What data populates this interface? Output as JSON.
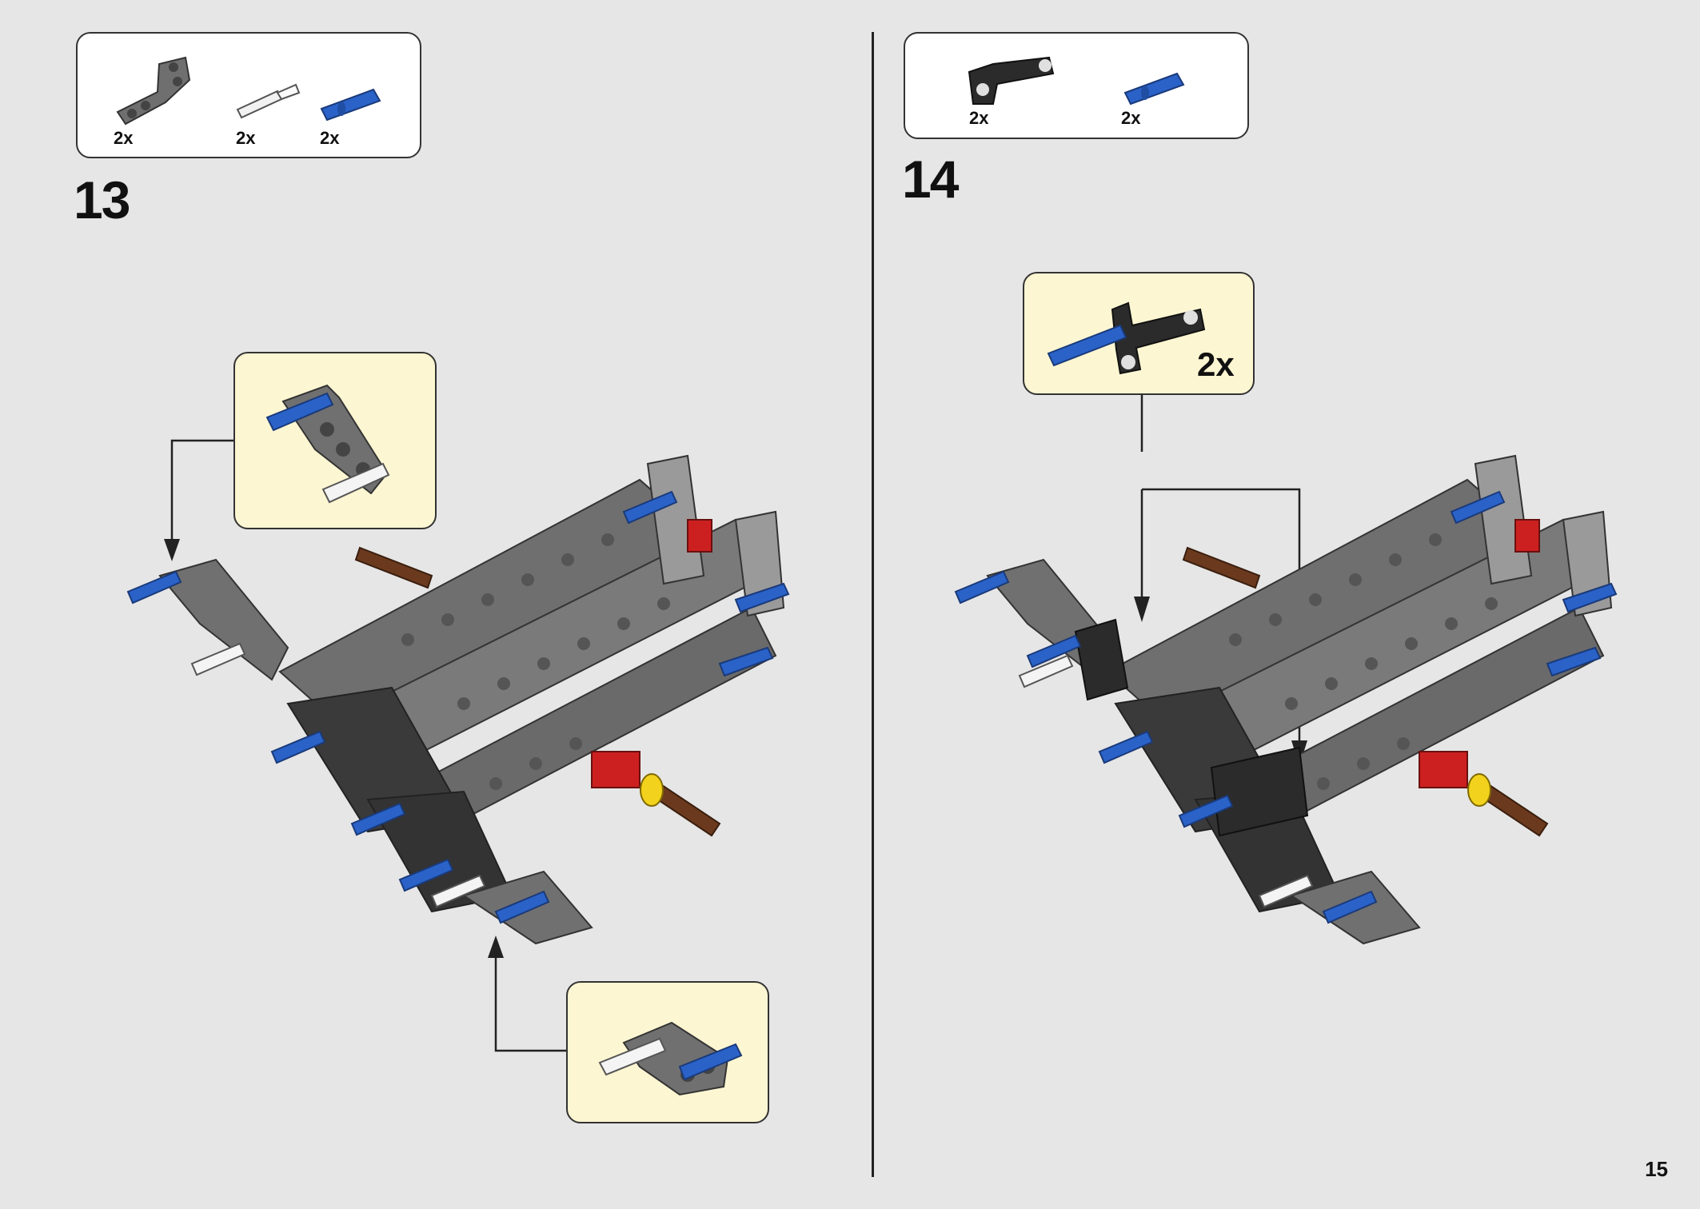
{
  "page": {
    "number": "15"
  },
  "steps": [
    {
      "number": "13",
      "parts": [
        {
          "name": "gray-bent-liftarm",
          "qty": "2x",
          "color": "#6f6f6f"
        },
        {
          "name": "white-axle-pin",
          "qty": "2x",
          "color": "#f2f2f2"
        },
        {
          "name": "blue-connector-pin",
          "qty": "2x",
          "color": "#2a62c8"
        }
      ],
      "callout_top": {},
      "callout_bottom": {}
    },
    {
      "number": "14",
      "parts": [
        {
          "name": "black-liftarm",
          "qty": "2x",
          "color": "#2b2b2b"
        },
        {
          "name": "blue-connector-pin",
          "qty": "2x",
          "color": "#2a62c8"
        }
      ],
      "callout": {
        "qty": "2x"
      }
    }
  ],
  "colors": {
    "background": "#e6e6e6",
    "callout_bg": "#fdf6d2",
    "beam_gray": "#6f6f6f",
    "beam_dark": "#3a3a3a",
    "pin_blue": "#2a62c8",
    "axle_red": "#cc2020",
    "axle_brown": "#6b3a1e",
    "bush_yellow": "#f2d21c"
  }
}
